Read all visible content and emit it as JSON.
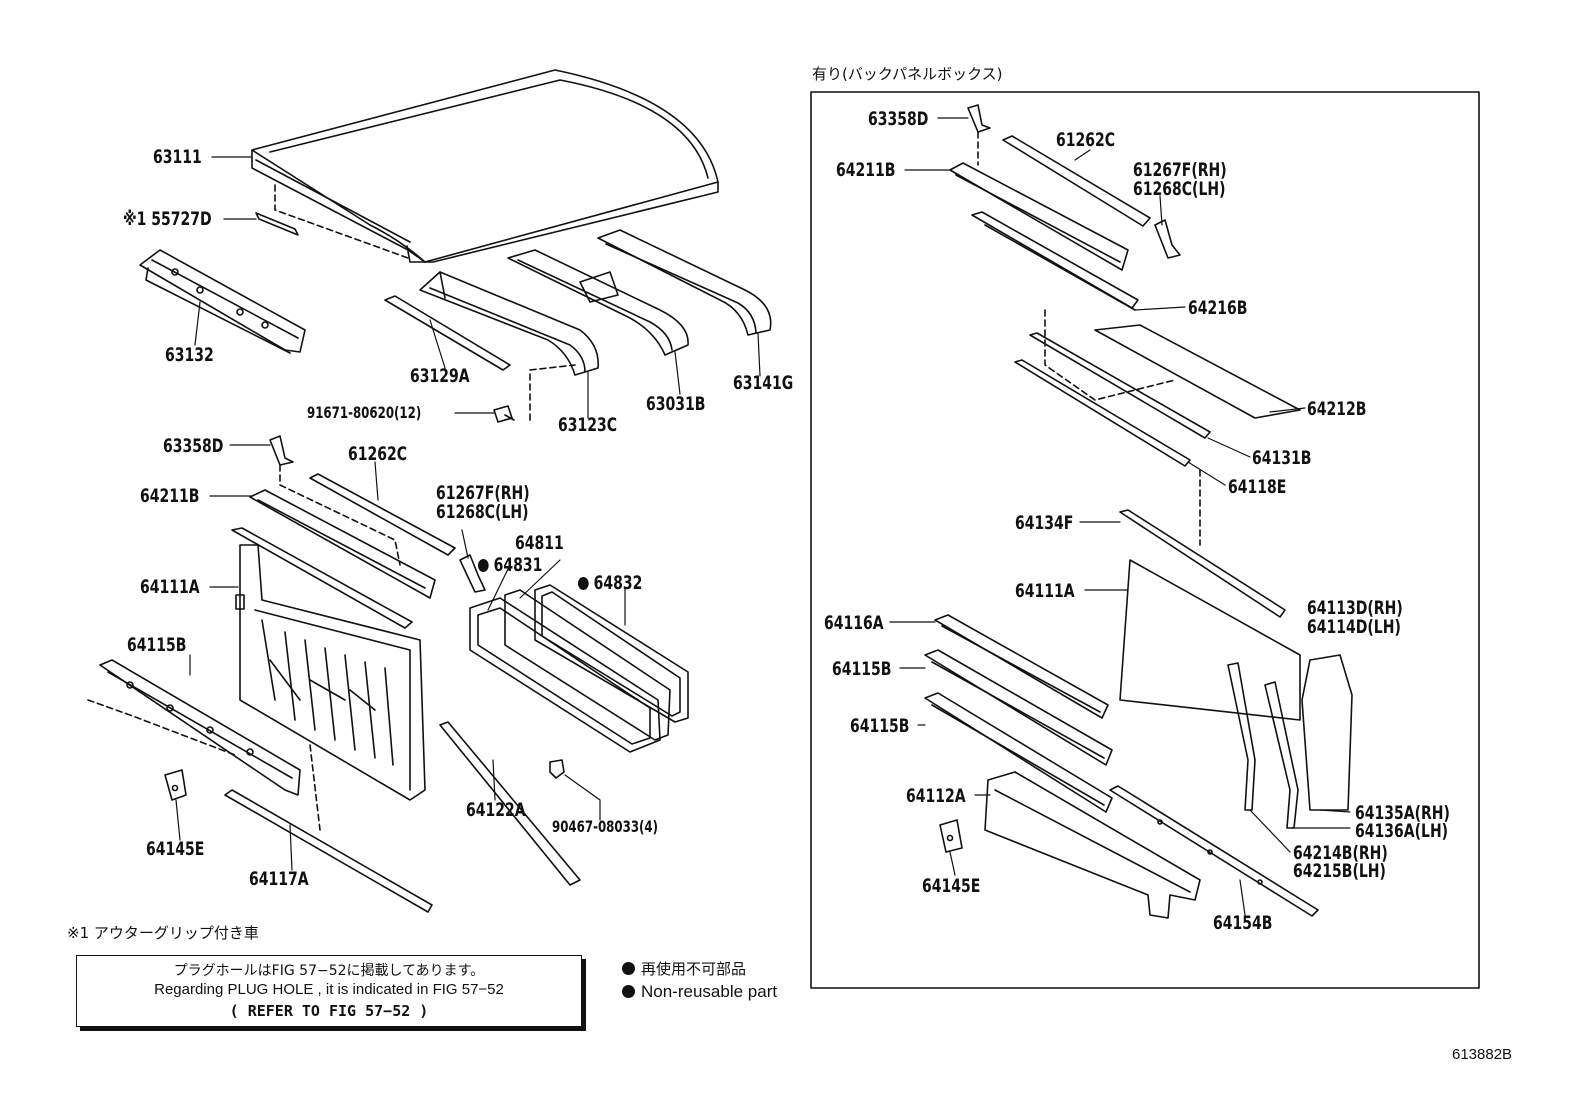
{
  "header_right": "有り(バックパネルボックス)",
  "parts_left": [
    {
      "no": "63111"
    },
    {
      "no": "※1 55727D"
    },
    {
      "no": "63132"
    },
    {
      "no": "63129A"
    },
    {
      "no": "63123C"
    },
    {
      "no": "63031B"
    },
    {
      "no": "63141G"
    },
    {
      "no": "91671-80620(12)"
    },
    {
      "no": "63358D"
    },
    {
      "no": "61262C"
    },
    {
      "no": "64211B"
    },
    {
      "no": "61267F(RH)"
    },
    {
      "no": "61268C(LH)"
    },
    {
      "no": "64831"
    },
    {
      "no": "64811"
    },
    {
      "no": "64832"
    },
    {
      "no": "64111A"
    },
    {
      "no": "64115B"
    },
    {
      "no": "64145E"
    },
    {
      "no": "64117A"
    },
    {
      "no": "64122A"
    },
    {
      "no": "90467-08033(4)"
    }
  ],
  "parts_right": [
    {
      "no": "63358D"
    },
    {
      "no": "61262C"
    },
    {
      "no": "64211B"
    },
    {
      "no": "61267F(RH)"
    },
    {
      "no": "61268C(LH)"
    },
    {
      "no": "64216B"
    },
    {
      "no": "64212B"
    },
    {
      "no": "64131B"
    },
    {
      "no": "64118E"
    },
    {
      "no": "64134F"
    },
    {
      "no": "64111A"
    },
    {
      "no": "64113D(RH)"
    },
    {
      "no": "64114D(LH)"
    },
    {
      "no": "64116A"
    },
    {
      "no": "64115B"
    },
    {
      "no": "64115B"
    },
    {
      "no": "64112A"
    },
    {
      "no": "64145E"
    },
    {
      "no": "64135A(RH)"
    },
    {
      "no": "64136A(LH)"
    },
    {
      "no": "64214B(RH)"
    },
    {
      "no": "64215B(LH)"
    },
    {
      "no": "64154B"
    }
  ],
  "footnote": "※1  アウターグリップ付き車",
  "note": {
    "line1": "プラグホールはFIG 57−52に掲載してあります。",
    "line2": "Regarding  PLUG HOLE  , it is  indicated  in  FIG  57−52",
    "line3": "(  REFER TO FIG 57−52    )"
  },
  "legend": {
    "jp": "再使用不可部品",
    "en": "Non-reusable part"
  },
  "figure_id": "613882B"
}
